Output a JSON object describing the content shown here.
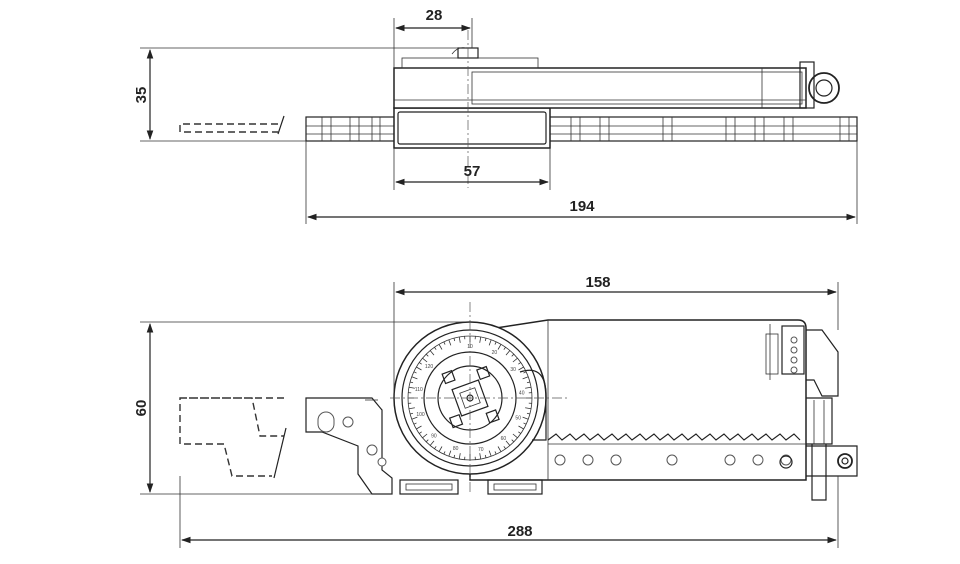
{
  "dimensions": {
    "top_view": {
      "width_top": "28",
      "height_left": "35",
      "width_mid": "57",
      "width_total": "194"
    },
    "front_view": {
      "width_body": "158",
      "height_left": "60",
      "width_total": "288"
    }
  },
  "dial_scale": [
    "10",
    "20",
    "30",
    "40",
    "50",
    "60",
    "70",
    "80",
    "90",
    "100",
    "110",
    "120"
  ]
}
